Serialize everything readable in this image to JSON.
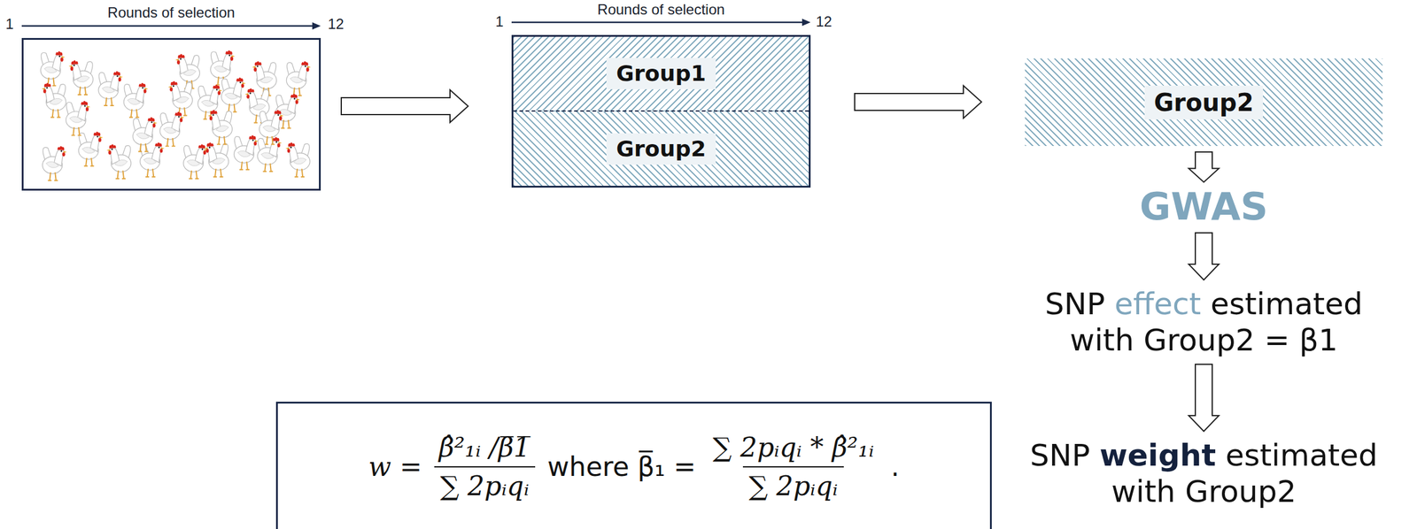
{
  "diagram": {
    "nodes": [
      {
        "text": [
          "Rounds of selection"
        ]
      },
      {
        "text": [
          "Rounds of selection"
        ]
      },
      {
        "text": [
          "Group1"
        ],
        "in": 1
      },
      {
        "text": [
          "Group2"
        ],
        "in": 1
      },
      {
        "text": [
          "Group2"
        ]
      },
      {
        "text": [
          "GWAS"
        ]
      },
      {
        "text": [
          "SNP effect estimated with Group2 = β1"
        ]
      },
      {
        "text": [
          "SNP weight estimated with Group2"
        ]
      },
      {
        "text": [
          "w =",
          "β̂²₁ᵢ /β̅1̅",
          "∑ 2pᵢqᵢ",
          "where β̅₁ =",
          "∑ 2pᵢqᵢ * β̂²₁ᵢ",
          "∑ 2pᵢqᵢ",
          "."
        ]
      }
    ],
    "edges": [
      {
        "from": 0,
        "to": 1,
        "arrow": "to"
      },
      {
        "from": 1,
        "to": 4,
        "arrow": "to"
      },
      {
        "from": 4,
        "to": 5,
        "arrow": "to"
      },
      {
        "from": 5,
        "to": 6,
        "arrow": "to"
      },
      {
        "from": 6,
        "to": 7,
        "arrow": "to"
      }
    ],
    "labels": [
      "1",
      "12",
      "1",
      "12"
    ]
  }
}
